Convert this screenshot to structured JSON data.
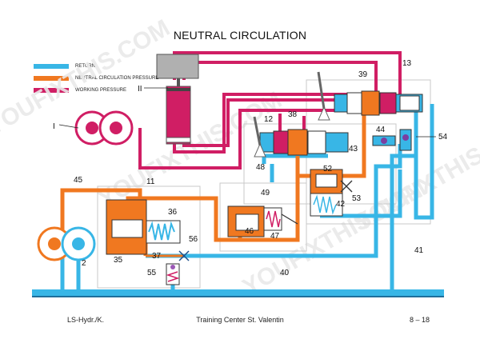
{
  "title": "NEUTRAL CIRCULATION",
  "legend": [
    {
      "label": "RETURN",
      "color": "#38b6e6"
    },
    {
      "label": "NEUTRAL CIRCULATION PRESSURE",
      "color": "#f07820"
    },
    {
      "label": "WORKING PRESSURE",
      "color": "#d01e64"
    }
  ],
  "roman_labels": {
    "one": "I",
    "two": "II"
  },
  "numbers": {
    "n2": "2",
    "n11": "11",
    "n12": "12",
    "n13": "13",
    "n35": "35",
    "n36": "36",
    "n37": "37",
    "n38": "38",
    "n39": "39",
    "n40": "40",
    "n41": "41",
    "n42": "42",
    "n43": "43",
    "n44": "44",
    "n45": "45",
    "n46": "46",
    "n47": "47",
    "n48": "48",
    "n49": "49",
    "n52": "52",
    "n53": "53",
    "n54": "54",
    "n55": "55",
    "n56": "56"
  },
  "watermark": "YOUFIXTHIS.COM",
  "footer": {
    "left": "LS-Hydr./K.",
    "center": "Training Center St. Valentin",
    "right": "8 – 18"
  },
  "colors": {
    "return": "#38b6e6",
    "neutral": "#f07820",
    "working": "#d01e64",
    "tank": "#38b6e6",
    "cylinder_block": "#b0b0b0"
  }
}
